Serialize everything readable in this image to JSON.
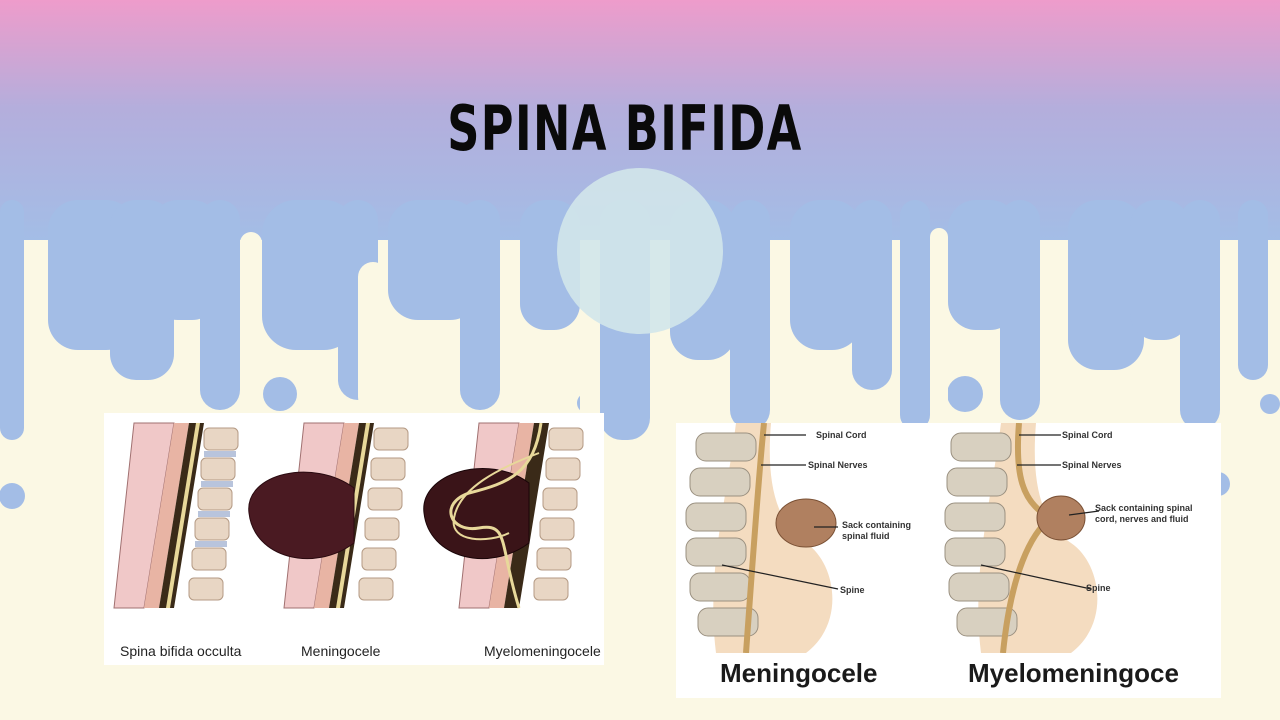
{
  "slide": {
    "title": "SPINA BIFIDA",
    "colors": {
      "gradient_top": "#ee9ccb",
      "gradient_mid": "#b4aedc",
      "gradient_bottom": "#a3bde6",
      "background": "#fbf8e4",
      "circle": "#d2e6ea"
    }
  },
  "left_figure": {
    "captions": [
      "Spina bifida occulta",
      "Meningocele",
      "Myelomeningocele"
    ]
  },
  "right_figure": {
    "left_labels": {
      "spinal_cord": "Spinal Cord",
      "spinal_nerves": "Spinal Nerves",
      "sack": "Sack containing spinal fluid",
      "spine": "Spine"
    },
    "right_labels": {
      "spinal_cord": "Spinal Cord",
      "spinal_nerves": "Spinal Nerves",
      "sack": "Sack containing spinal cord, nerves and fluid",
      "spine": "Spine"
    },
    "captions": [
      "Meningocele",
      "Myelomeningoce"
    ]
  }
}
